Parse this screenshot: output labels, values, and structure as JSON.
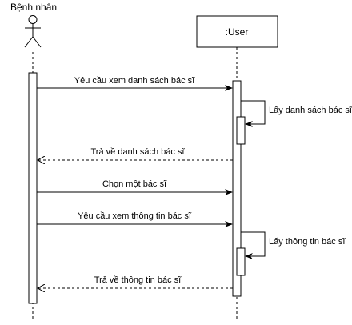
{
  "actor": {
    "name": "Bệnh nhân",
    "icon": "stick-figure-icon"
  },
  "participant": {
    "name": ":User"
  },
  "messages": [
    {
      "text": "Yêu cầu xem danh sách bác sĩ",
      "kind": "sync",
      "direction": "actor-to-user"
    },
    {
      "text": "Lấy danh sách bác sĩ",
      "kind": "self-call"
    },
    {
      "text": "Trả về danh sách bác sĩ",
      "kind": "return",
      "direction": "user-to-actor"
    },
    {
      "text": "Chọn một bác sĩ",
      "kind": "sync",
      "direction": "actor-to-user"
    },
    {
      "text": "Yêu cầu xem thông tin bác sĩ",
      "kind": "sync",
      "direction": "actor-to-user"
    },
    {
      "text": "Lấy thông tin bác sĩ",
      "kind": "self-call"
    },
    {
      "text": "Trả về thông tin bác sĩ",
      "kind": "return",
      "direction": "user-to-actor"
    }
  ]
}
